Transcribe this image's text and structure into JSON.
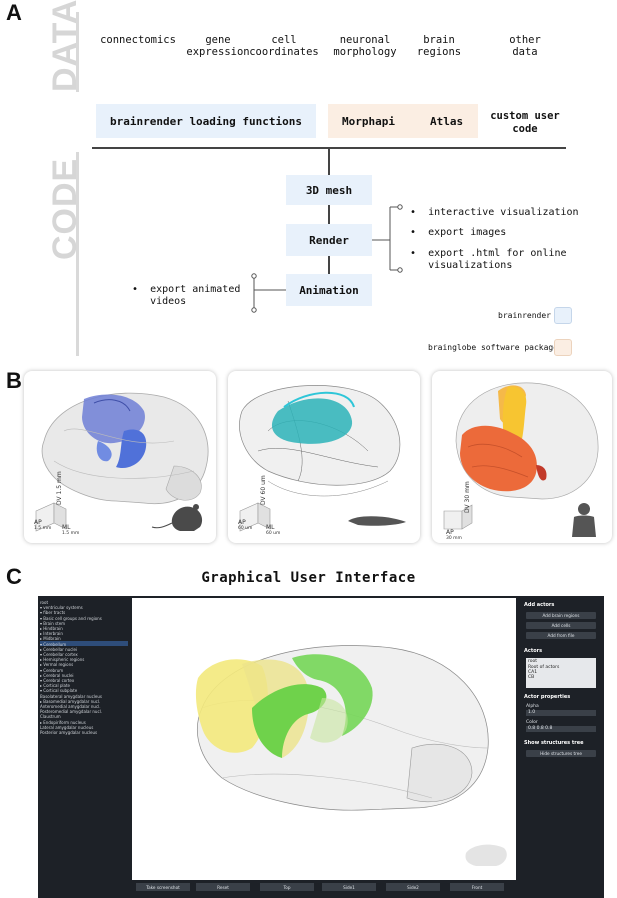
{
  "panels": {
    "a": "A",
    "b": "B",
    "c": "C"
  },
  "side_labels": {
    "data": "DATA",
    "code": "CODE"
  },
  "data_sources": [
    {
      "line1": "connectomics",
      "line2": ""
    },
    {
      "line1": "gene",
      "line2": "expression"
    },
    {
      "line1": "cell",
      "line2": "coordinates"
    },
    {
      "line1": "neuronal",
      "line2": "morphology"
    },
    {
      "line1": "brain",
      "line2": "regions"
    },
    {
      "line1": "other",
      "line2": "data"
    }
  ],
  "loaders": {
    "brainrender": "brainrender loading functions",
    "morphapi": "Morphapi",
    "atlas": "Atlas",
    "custom_line1": "custom user",
    "custom_line2": "code"
  },
  "nodes": {
    "mesh": "3D mesh",
    "render": "Render",
    "animation": "Animation"
  },
  "outputs": {
    "interactive": "interactive visualization",
    "images": "export images",
    "html_line1": "export .html for online",
    "html_line2": "visualizations",
    "videos_line1": "export animated",
    "videos_line2": "videos"
  },
  "legend": {
    "brainrender": "brainrender",
    "brainglobe": "brainglobe software packages"
  },
  "scales": {
    "mouse": {
      "dv": "DV",
      "dv_val": "1.5 mm",
      "ap": "AP",
      "ap_val": "1.5 mm",
      "ml": "ML",
      "ml_val": "1.5 mm"
    },
    "fish": {
      "dv": "DV",
      "dv_val": "60 um",
      "ap": "AP",
      "ap_val": "60 um",
      "ml": "ML",
      "ml_val": "60 um"
    },
    "human": {
      "dv": "DV",
      "dv_val": "30 mm",
      "ap": "AP",
      "ap_val": "30 mm"
    }
  },
  "gui": {
    "title": "Graphical User Interface",
    "tree": [
      "root",
      "▾ ventricular systems",
      "▾ fiber tracts",
      "▾ Basic cell groups and regions",
      "   ▾ Brain stem",
      "      ▸ Hindbrain",
      "      ▸ Interbrain",
      "      ▸ Midbrain",
      "   ▾ Cerebellum",
      "      ▸ Cerebellar nuclei",
      "      ▾ Cerebellar cortex",
      "         ▸ Hemispheric regions",
      "         ▸ Vermal regions",
      "   ▾ Cerebrum",
      "      ▸ Cerebral nuclei",
      "      ▾ Cerebral cortex",
      "         ▸ Cortical plate",
      "         ▾ Cortical subplate",
      "            Basolateral amygdalar nucleus",
      "            ▸ Basomedial amygdalar nucl.",
      "            Anteromedial amygdalar nucl.",
      "            Posteromedial amygdalar nucl.",
      "         Claustrum",
      "         ▸ Endopiriform nucleus",
      "         Lateral amygdalar nucleus",
      "         Posterior amygdalar nucleus"
    ],
    "add_actors": "Add actors",
    "add_brain_regions": "Add brain regions",
    "add_cells": "Add cells",
    "add_from_file": "Add from file",
    "actors": "Actors",
    "actor_list": [
      "root",
      "Root of actors",
      "CA1",
      "CB"
    ],
    "actor_properties": "Actor properties",
    "alpha_label": "Alpha",
    "alpha_value": "1.0",
    "color_label": "Color",
    "color_value": "0.8 0.8 0.8",
    "show_tree": "Show structures tree",
    "hide_tree": "Hide structures tree",
    "bottom_buttons": [
      "Take screenshot",
      "Reset",
      "Top",
      "Side1",
      "Side2",
      "Front"
    ]
  }
}
